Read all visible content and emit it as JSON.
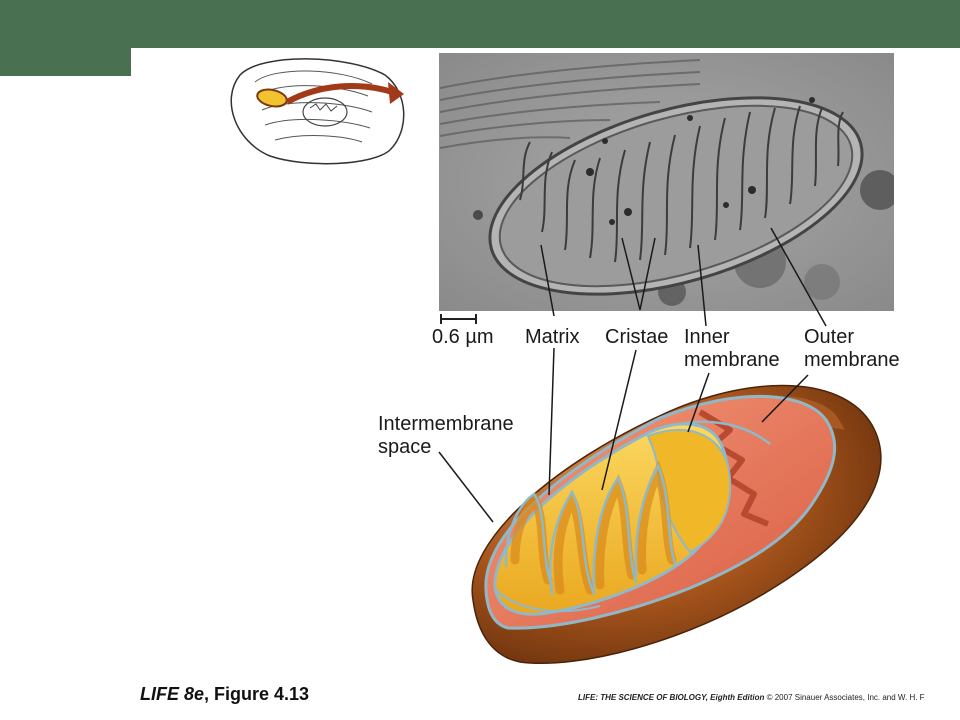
{
  "slide": {
    "header_color": "#4a7052"
  },
  "labels": {
    "scale": "0.6 µm",
    "matrix": "Matrix",
    "cristae": "Cristae",
    "inner_1": "Inner",
    "inner_2": "membrane",
    "outer_1": "Outer",
    "outer_2": "membrane",
    "intermembrane_1": "Intermembrane",
    "intermembrane_2": "space"
  },
  "footer": {
    "book": "LIFE 8e",
    "figure": ", Figure 4.13",
    "credit_title": "LIFE: THE SCIENCE OF BIOLOGY, Eighth Edition",
    "credit_rest": " © 2007 Sinauer Associates, Inc. and W. H. F"
  },
  "colors": {
    "outer_membrane": "#a4531b",
    "inner_membrane": "#e2745c",
    "matrix": "#f5c030",
    "membrane_outline": "#8fb8c8",
    "arrow": "#a23a1a"
  }
}
